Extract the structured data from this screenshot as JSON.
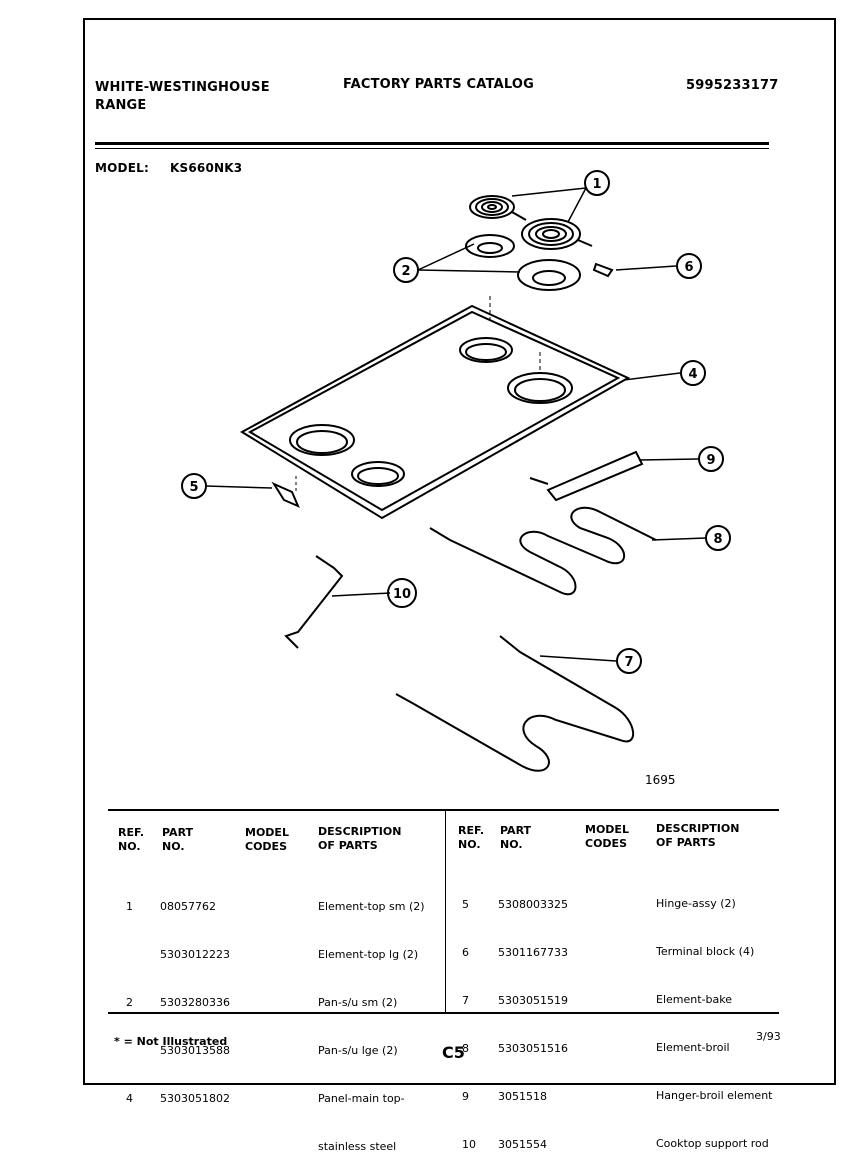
{
  "header": {
    "brand_line1": "WHITE-WESTINGHOUSE",
    "brand_line2": "RANGE",
    "catalog_title": "FACTORY PARTS CATALOG",
    "catalog_number": "5995233177",
    "model_label": "MODEL:",
    "model_value": "KS660NK3"
  },
  "diagram": {
    "drawing_number": "1695",
    "callouts": [
      "1",
      "2",
      "4",
      "5",
      "6",
      "7",
      "8",
      "9",
      "10"
    ]
  },
  "parts_table": {
    "columns": {
      "ref_no_1": "REF.",
      "ref_no_2": "NO.",
      "part_no_1": "PART",
      "part_no_2": "NO.",
      "model_codes_1": "MODEL",
      "model_codes_2": "CODES",
      "description_1": "DESCRIPTION",
      "description_2": "OF PARTS"
    },
    "left": [
      {
        "ref": "1",
        "part": "08057762",
        "desc": "Element-top sm (2)"
      },
      {
        "ref": "",
        "part": "5303012223",
        "desc": "Element-top lg (2)"
      },
      {
        "ref": "2",
        "part": "5303280336",
        "desc": "Pan-s/u sm (2)"
      },
      {
        "ref": "",
        "part": "5303013588",
        "desc": "Pan-s/u lge (2)"
      },
      {
        "ref": "4",
        "part": "5303051802",
        "desc": "Panel-main top-"
      },
      {
        "ref": "",
        "part": "",
        "desc": "stainless steel"
      }
    ],
    "right": [
      {
        "ref": "5",
        "part": "5308003325",
        "desc": "Hinge-assy (2)"
      },
      {
        "ref": "6",
        "part": "5301167733",
        "desc": "Terminal block (4)"
      },
      {
        "ref": "7",
        "part": "5303051519",
        "desc": "Element-bake"
      },
      {
        "ref": "8",
        "part": "5303051516",
        "desc": "Element-broil"
      },
      {
        "ref": "9",
        "part": "3051518",
        "desc": "Hanger-broil element"
      },
      {
        "ref": "10",
        "part": "3051554",
        "desc": "Cooktop support rod"
      }
    ]
  },
  "footer": {
    "note": "* = Not Illustrated",
    "page_code": "C5",
    "date": "3/93"
  }
}
